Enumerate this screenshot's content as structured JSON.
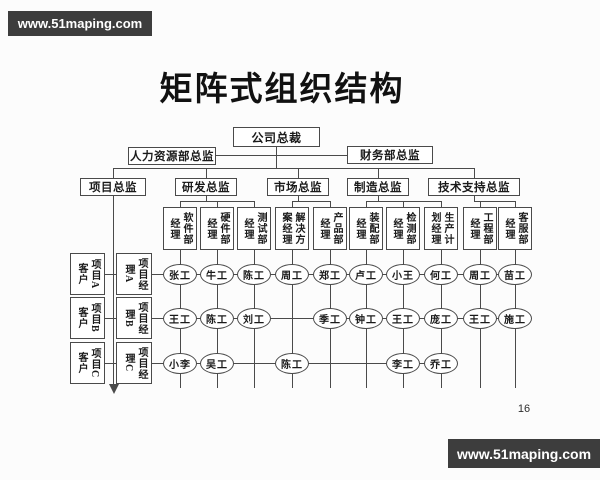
{
  "banners": {
    "top": "www.51maping.com",
    "bottom": "www.51maping.com"
  },
  "slide": {
    "title": "矩阵式组织结构",
    "page_number": "16"
  },
  "org": {
    "root": "公司总裁",
    "staff_left": "人力资源部总监",
    "staff_right": "财务部总监",
    "directors": [
      "项目总监",
      "研发总监",
      "市场总监",
      "制造总监",
      "技术支持总监"
    ],
    "director_departments": [
      null,
      [
        0,
        2
      ],
      [
        3,
        4
      ],
      [
        5,
        7
      ],
      [
        8,
        9
      ]
    ],
    "departments": [
      "软件部经理",
      "硬件部经理",
      "测试部经理",
      "解决方案经理",
      "产品部经理",
      "装配部经理",
      "检测部经理",
      "生产计划经理",
      "工程部经理",
      "客服部经理"
    ],
    "projects": [
      {
        "customer": "项目A客户",
        "manager": "项目经理A"
      },
      {
        "customer": "项目B客户",
        "manager": "项目经理B"
      },
      {
        "customer": "项目C客户",
        "manager": "项目经理C"
      }
    ],
    "staff_rows": [
      {
        "cells": [
          {
            "col": 0,
            "name": "张工"
          },
          {
            "col": 1,
            "name": "牛工"
          },
          {
            "col": 2,
            "name": "陈工"
          },
          {
            "col": 3,
            "name": "周工"
          },
          {
            "col": 4,
            "name": "郑工"
          },
          {
            "col": 5,
            "name": "卢工"
          },
          {
            "col": 6,
            "name": "小王"
          },
          {
            "col": 7,
            "name": "何工"
          },
          {
            "col": 8,
            "name": "周工"
          },
          {
            "col": 9,
            "name": "苗工"
          }
        ]
      },
      {
        "cells": [
          {
            "col": 0,
            "name": "王工"
          },
          {
            "col": 1,
            "name": "陈工"
          },
          {
            "col": 2,
            "name": "刘工"
          },
          {
            "col": 4,
            "name": "季工"
          },
          {
            "col": 5,
            "name": "钟工"
          },
          {
            "col": 6,
            "name": "王工"
          },
          {
            "col": 7,
            "name": "庞工"
          },
          {
            "col": 8,
            "name": "王工"
          },
          {
            "col": 9,
            "name": "施工"
          }
        ]
      },
      {
        "cells": [
          {
            "col": 0,
            "name": "小李"
          },
          {
            "col": 1,
            "name": "吴工"
          },
          {
            "col": 3,
            "name": "陈工"
          },
          {
            "col": 6,
            "name": "李工"
          },
          {
            "col": 7,
            "name": "乔工"
          }
        ]
      }
    ]
  },
  "colors": {
    "banner_bg": "#3d3d3d",
    "banner_text": "#ffffff",
    "line": "#4a4a4a",
    "text": "#1a1a1a",
    "node_bg": "#ffffff",
    "page_bg": "#fcfcfc"
  }
}
